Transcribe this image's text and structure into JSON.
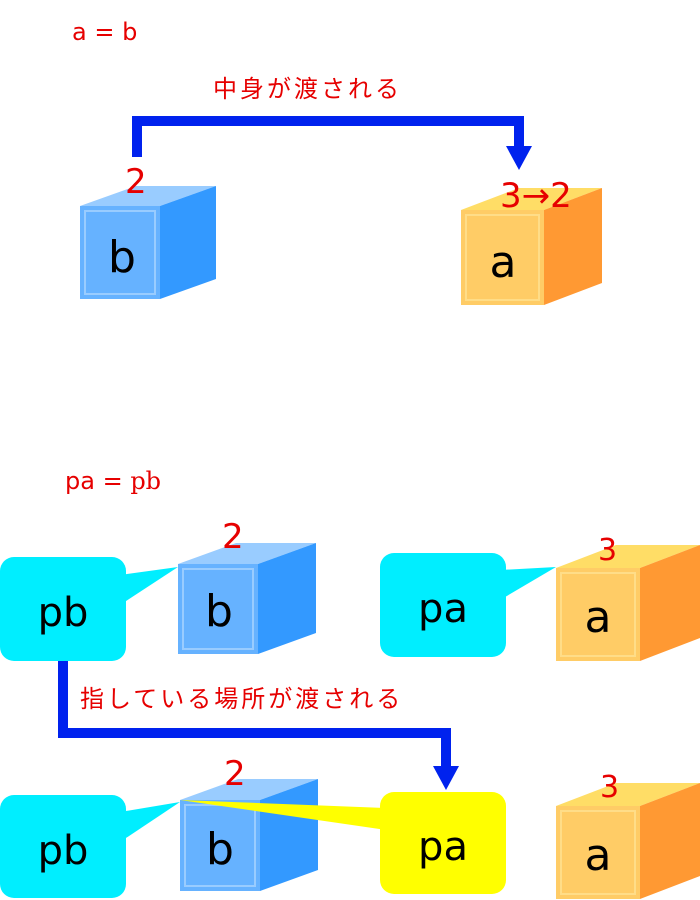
{
  "colors": {
    "blue_front": "#66b2ff",
    "blue_top": "#99ccff",
    "blue_side": "#3399ff",
    "orange_front": "#ffcc66",
    "orange_top": "#ffdd66",
    "orange_side": "#ff9933",
    "pointer_cyan": "#00eeff",
    "pointer_yellow": "#ffff00",
    "arrow_blue": "#0022ee",
    "text_red": "#e60000"
  },
  "section1": {
    "code": "a = b",
    "arrow_label": "中身が渡される",
    "cube_b": {
      "label": "b",
      "value": "2"
    },
    "cube_a": {
      "label": "a",
      "value": "3→2"
    }
  },
  "section2": {
    "code_prefix": "pa = ",
    "code_suffix": "pb",
    "arrow_label": "指している場所が渡される",
    "before": {
      "pointer_pb": "pb",
      "cube_b": {
        "label": "b",
        "value": "2"
      },
      "pointer_pa": "pa",
      "cube_a": {
        "label": "a",
        "value": "3"
      }
    },
    "after": {
      "pointer_pb": "pb",
      "cube_b": {
        "label": "b",
        "value": "2"
      },
      "pointer_pa": "pa",
      "cube_a": {
        "label": "a",
        "value": "3"
      }
    }
  }
}
